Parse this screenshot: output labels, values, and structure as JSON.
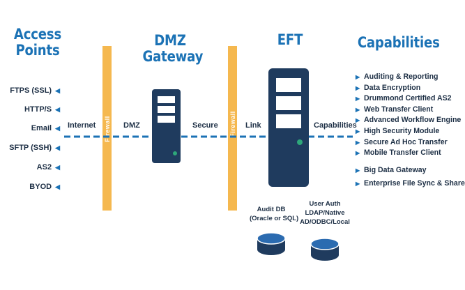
{
  "headings": {
    "access_points": [
      "Access",
      "Points"
    ],
    "dmz_gateway": [
      "DMZ",
      "Gateway"
    ],
    "eft": "EFT",
    "capabilities": "Capabilities"
  },
  "access_points": [
    "FTPS (SSL)",
    "HTTP/S",
    "Email",
    "SFTP (SSH)",
    "AS2",
    "BYOD"
  ],
  "flow_labels": {
    "internet": "Internet",
    "dmz": "DMZ",
    "secure": "Secure",
    "link": "Link",
    "capabilities": "Capabilities"
  },
  "firewall_label": "Firewall",
  "capabilities": [
    "Auditing & Reporting",
    "Data Encryption",
    "Drummond Certified AS2",
    "Web Transfer Client",
    "Advanced Workflow Engine",
    "High Security Module",
    "Secure Ad Hoc Transfer",
    "Mobile Transfer Client",
    "Big Data Gateway",
    "Enterprise File Sync & Share"
  ],
  "databases": {
    "audit_db": [
      "Audit DB",
      "(Oracle or SQL)"
    ],
    "user_auth": [
      "User Auth",
      "LDAP/Native",
      "AD/ODBC/Local"
    ]
  },
  "icons": {
    "arrow": "left-triangle-icon",
    "bullet": "right-triangle-icon",
    "server": "server-icon",
    "database": "database-icon"
  },
  "colors": {
    "heading_blue": "#1b72b5",
    "navy": "#1f3b5e",
    "firewall_orange": "#f5b84f",
    "server_light": "#ffffff",
    "led_green": "#2ea77a",
    "text_dark": "#1d2f45"
  }
}
